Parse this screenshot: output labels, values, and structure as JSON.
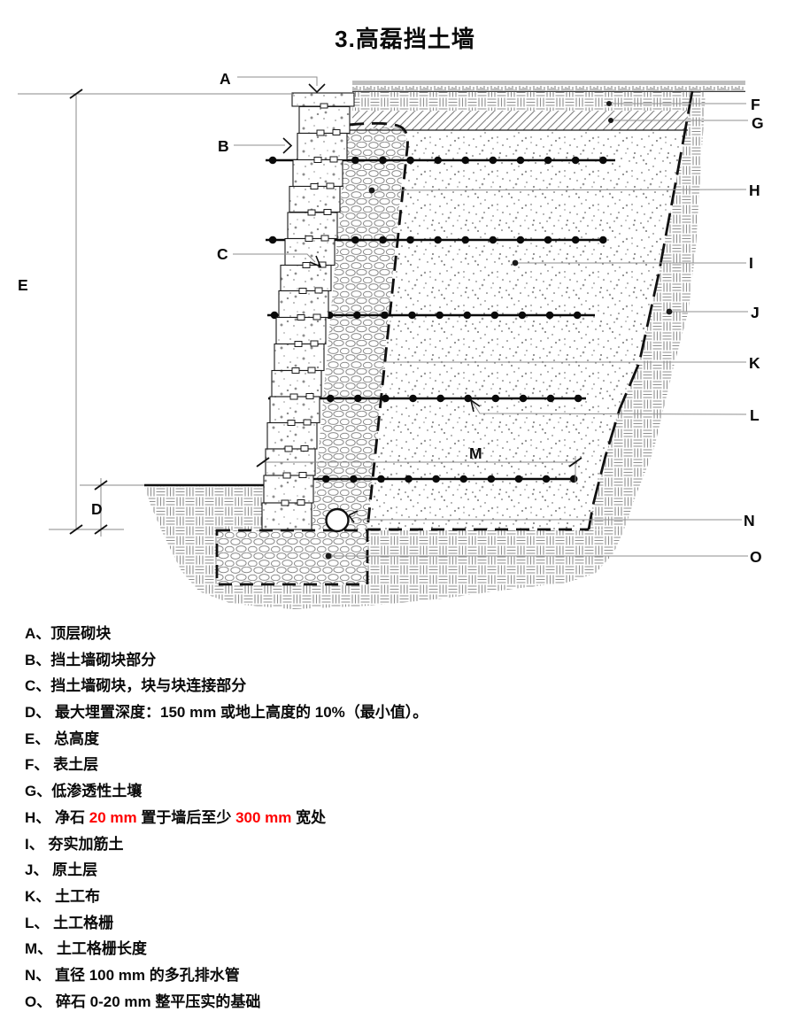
{
  "title": "3.高磊挡土墙",
  "colors": {
    "red": "#ff0000",
    "ink": "#0a0a0a",
    "pattern_gray": "#8f8f8f"
  },
  "diagram": {
    "labels": {
      "A": "A",
      "B": "B",
      "C": "C",
      "D": "D",
      "E": "E",
      "F": "F",
      "G": "G",
      "H": "H",
      "I": "I",
      "J": "J",
      "K": "K",
      "L": "L",
      "M": "M",
      "N": "N",
      "O": "O"
    }
  },
  "legend": {
    "items": [
      {
        "key": "A",
        "segments": [
          {
            "text": "A、顶层砌块"
          }
        ]
      },
      {
        "key": "B",
        "segments": [
          {
            "text": "B、挡土墙砌块部分"
          }
        ]
      },
      {
        "key": "C",
        "segments": [
          {
            "text": "C、挡土墙砌块，块与块连接部分"
          }
        ]
      },
      {
        "key": "D",
        "segments": [
          {
            "text": "D、 最大埋置深度：150 mm 或地上高度的 10%（最小值）。"
          }
        ]
      },
      {
        "key": "E",
        "segments": [
          {
            "text": "E、 总高度"
          }
        ]
      },
      {
        "key": "F",
        "segments": [
          {
            "text": "F、 表土层"
          }
        ]
      },
      {
        "key": "G",
        "segments": [
          {
            "text": "G、低渗透性土壤"
          }
        ]
      },
      {
        "key": "H",
        "segments": [
          {
            "text": "H、 净石 "
          },
          {
            "text": "20 mm",
            "red": true
          },
          {
            "text": " 置于墙后至少 "
          },
          {
            "text": "300 mm",
            "red": true
          },
          {
            "text": " 宽处"
          }
        ]
      },
      {
        "key": "I",
        "segments": [
          {
            "text": "I、 夯实加筋土"
          }
        ]
      },
      {
        "key": "J",
        "segments": [
          {
            "text": "J、 原土层"
          }
        ]
      },
      {
        "key": "K",
        "segments": [
          {
            "text": "K、 土工布"
          }
        ]
      },
      {
        "key": "L",
        "segments": [
          {
            "text": "L、 土工格栅"
          }
        ]
      },
      {
        "key": "M",
        "segments": [
          {
            "text": "M、 土工格栅长度"
          }
        ]
      },
      {
        "key": "N",
        "segments": [
          {
            "text": "N、 直径 100 mm 的多孔排水管"
          }
        ]
      },
      {
        "key": "O",
        "segments": [
          {
            "text": "O、 碎石 0-20 mm 整平压实的基础"
          }
        ]
      }
    ]
  }
}
